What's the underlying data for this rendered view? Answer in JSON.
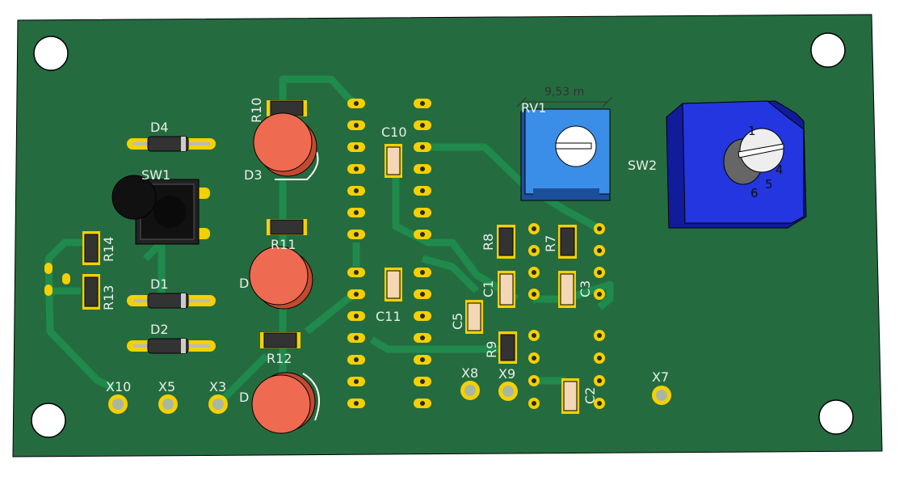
{
  "board": {
    "color": "#256b40",
    "trace_color": "#1f8a4c",
    "pad_color": "#f5d000"
  },
  "labels": {
    "D4": "D4",
    "SW1": "SW1",
    "R14": "R14",
    "R13": "R13",
    "D1": "D1",
    "D2": "D2",
    "X10": "X10",
    "X5": "X5",
    "X3": "X3",
    "R10": "R10",
    "D3": "D3",
    "R11": "R11",
    "D_mid": "D",
    "R12": "R12",
    "D_low": "D",
    "C10": "C10",
    "C11": "C11",
    "C5": "C5",
    "R8": "R8",
    "C1": "C1",
    "R7": "R7",
    "C3": "C3",
    "R9": "R9",
    "X8": "X8",
    "X9": "X9",
    "C2": "C2",
    "X7": "X7",
    "RV1": "RV1",
    "SW2": "SW2"
  },
  "dimension": "9,53 m",
  "sw2_knob_numbers": [
    "1",
    "4",
    "5",
    "6"
  ]
}
